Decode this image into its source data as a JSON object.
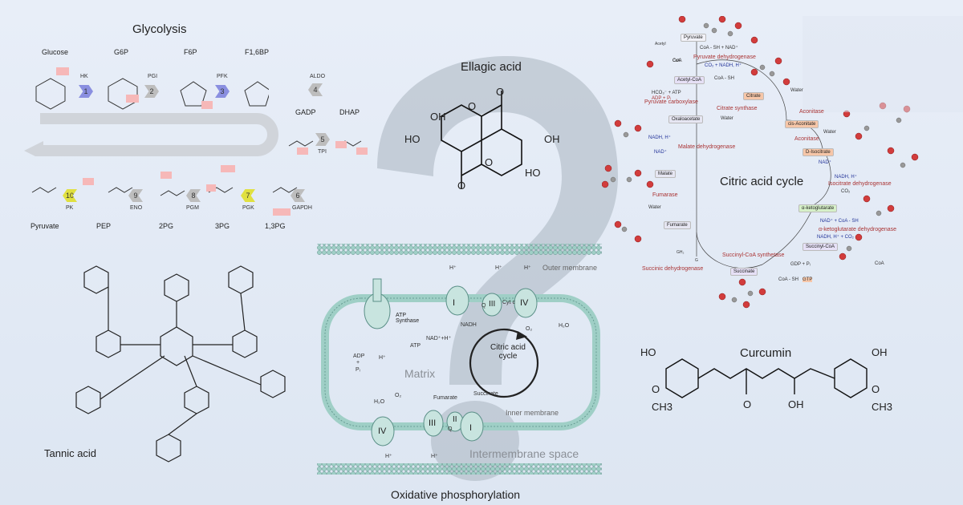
{
  "glycolysis": {
    "title": "Glycolysis",
    "compounds": [
      "Glucose",
      "G6P",
      "F6P",
      "F1,6BP",
      "GADP",
      "DHAP",
      "1,3PG",
      "3PG",
      "2PG",
      "PEP",
      "Pyruvate"
    ],
    "enzymes": [
      "HK",
      "PGI",
      "PFK",
      "ALDO",
      "TPI",
      "GAPDH",
      "PGK",
      "PGM",
      "ENO",
      "PK"
    ],
    "steps": [
      "1",
      "2",
      "3",
      "4",
      "5",
      "6",
      "7",
      "8",
      "9",
      "10"
    ]
  },
  "ellagic": {
    "title": "Ellagic acid",
    "atoms": [
      "OH",
      "HO",
      "OH",
      "HO",
      "O",
      "O",
      "O",
      "O"
    ]
  },
  "tannic": {
    "title": "Tannic acid"
  },
  "curcumin": {
    "title": "Curcumin",
    "atoms": [
      "HO",
      "OH",
      "O",
      "OH",
      "O",
      "O",
      "CH3",
      "CH3"
    ]
  },
  "oxphos": {
    "title": "Oxidative phosphorylation",
    "outer": "Outer membrane",
    "inner": "Inner membrane",
    "matrix": "Matrix",
    "ims": "Intermembrane space",
    "atp_synthase": "ATP Synthase",
    "cycle": "Citric acid cycle",
    "labels": {
      "nadh": "NADH",
      "nad": "NAD⁺+H⁺",
      "atp": "ATP",
      "adp": "ADP",
      "plus": "+",
      "pi": "Pᵢ",
      "h": "H⁺",
      "o2": "O₂",
      "h2o": "H₂O",
      "cytc": "Cyt c",
      "q": "Q",
      "fumarate": "Fumarate",
      "succinate": "Succinate"
    },
    "complexes": [
      "I",
      "II",
      "III",
      "IV"
    ]
  },
  "tca": {
    "title": "Citric acid cycle",
    "metabolites": [
      "Pyruvate",
      "Acetyl-CoA",
      "Oxaloacetate",
      "Citrate",
      "cis-Aconitate",
      "D-Isocitrate",
      "α-ketoglutarate",
      "Succinyl-CoA",
      "Succinate",
      "Fumarate",
      "Malate"
    ],
    "enzymes": [
      "Pyruvate dehydrogenase",
      "Pyruvate carboxylase",
      "Citrate synthase",
      "Aconitase",
      "Aconitase",
      "Isocitrate dehydrogenase",
      "α-ketoglutarate dehydrogenase",
      "Succinyl-CoA synthetase",
      "Succinic dehydrogenase",
      "Fumarase",
      "Malate dehydrogenase"
    ],
    "cofactors": [
      "CoA - SH + NAD⁺",
      "CO₂ + NADH, H⁺",
      "CoA",
      "CoA - SH",
      "Water",
      "Water",
      "Water",
      "NADH, H⁺",
      "NAD⁺",
      "NAD⁺",
      "NADH, H⁺",
      "CO₂",
      "NAD⁺ + CoA - SH",
      "NADH, H⁺ + CO₂",
      "GDP + Pᵢ",
      "GTP",
      "CoA - SH",
      "CoA",
      "Water",
      "HCO₃⁻ + ATP",
      "ADP + Pᵢ",
      "Acetyl",
      "CoA",
      "GH₂",
      "G"
    ]
  },
  "colors": {
    "enzyme_red": "#b03030",
    "step_blue": "#8a8fe0",
    "step_grey": "#bdbdbd",
    "step_yellow": "#e0e040",
    "highlight": "#f6b8b8",
    "membrane": "#9fcfc6"
  }
}
